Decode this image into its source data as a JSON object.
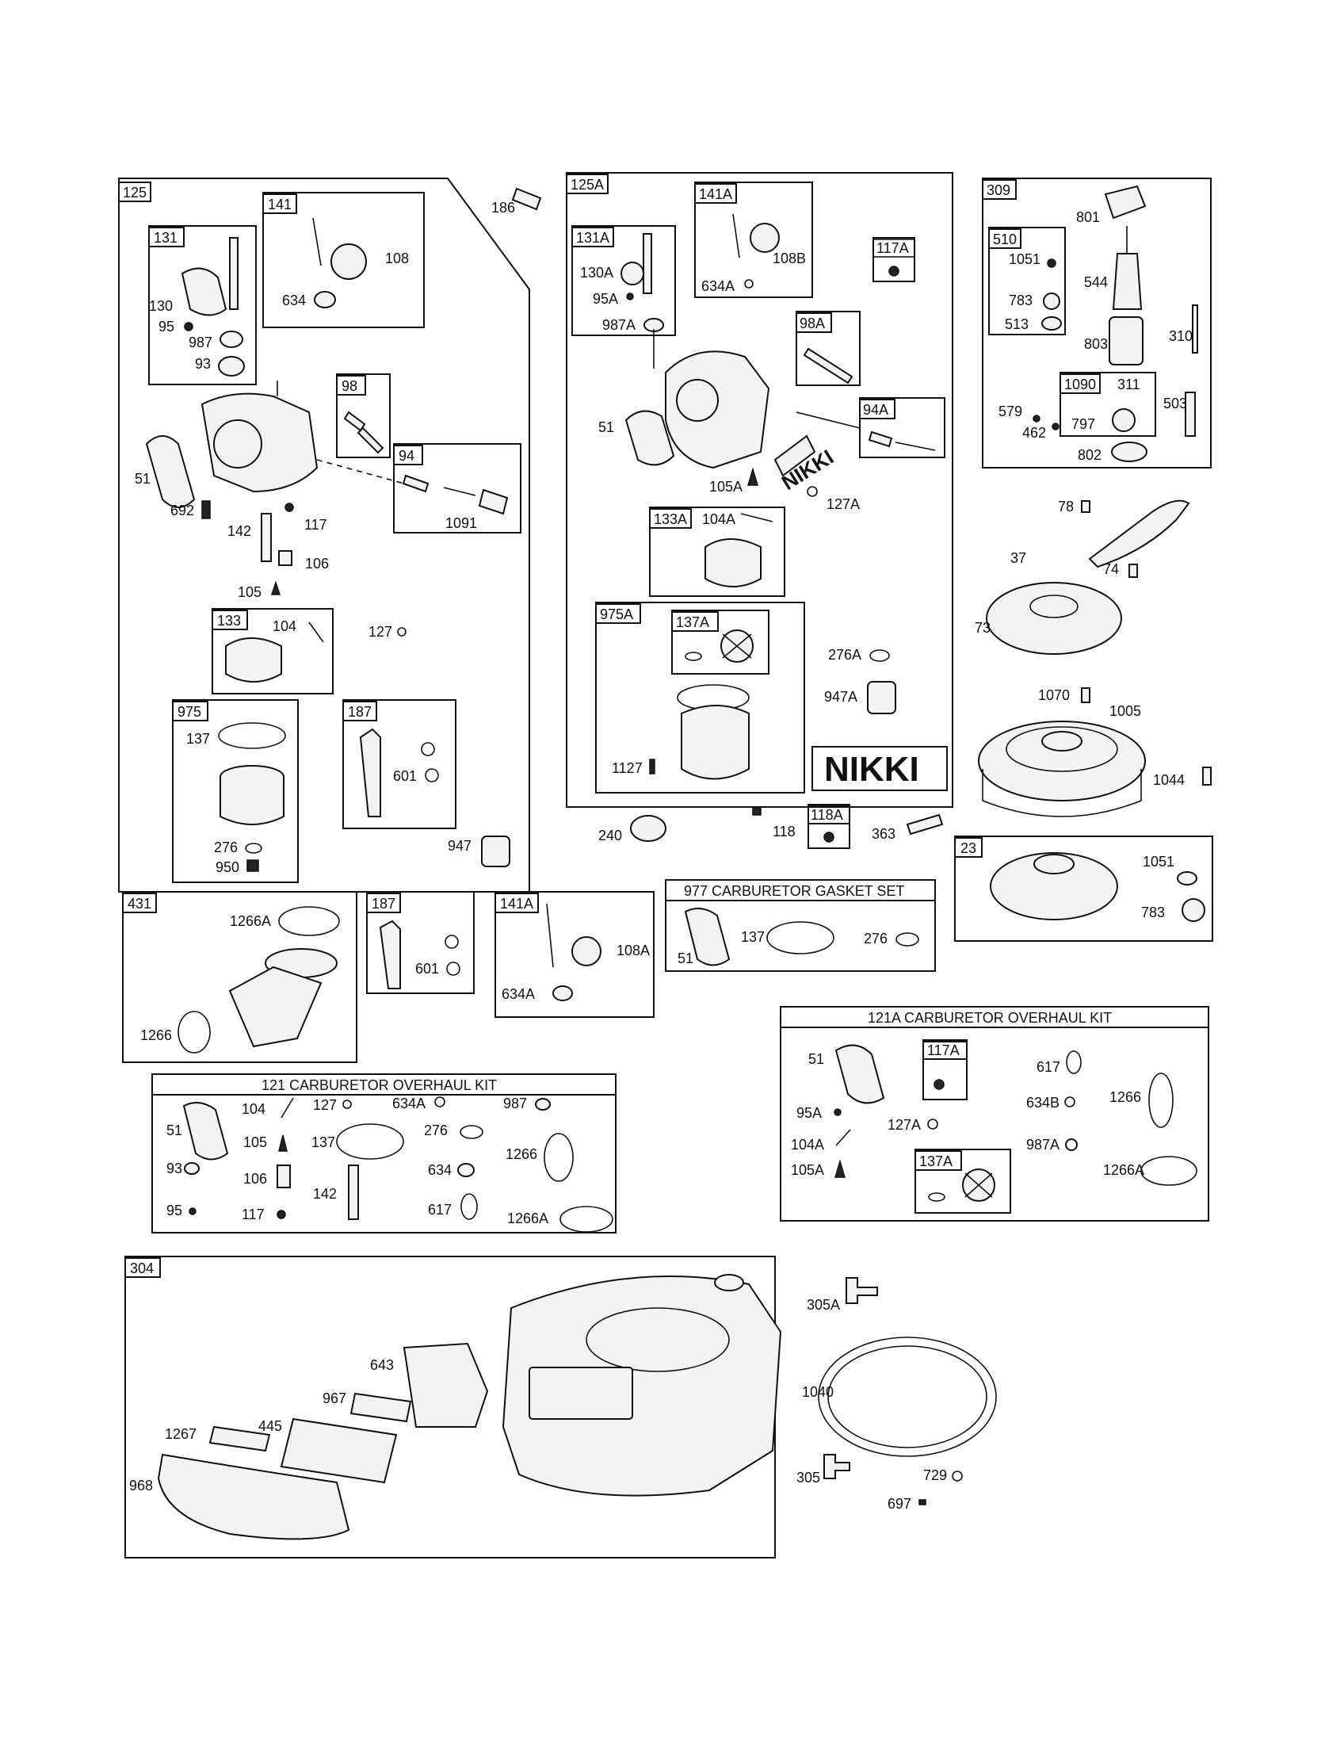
{
  "parts": {
    "p125": "125",
    "p131": "131",
    "p141": "141",
    "p130": "130",
    "p95": "95",
    "p987": "987",
    "p93": "93",
    "p108": "108",
    "p634": "634",
    "p98": "98",
    "p94": "94",
    "p1091": "1091",
    "p51": "51",
    "p692": "692",
    "p142": "142",
    "p117": "117",
    "p106": "106",
    "p105": "105",
    "p133": "133",
    "p104": "104",
    "p127": "127",
    "p975": "975",
    "p137": "137",
    "p276": "276",
    "p950": "950",
    "p187": "187",
    "p601": "601",
    "p947": "947",
    "p186": "186",
    "p125A": "125A",
    "p131A": "131A",
    "p130A": "130A",
    "p95A": "95A",
    "p987A": "987A",
    "p141A": "141A",
    "p108B": "108B",
    "p634A": "634A",
    "p117A": "117A",
    "p98A": "98A",
    "p94A": "94A",
    "p105A": "105A",
    "p127A": "127A",
    "p133A": "133A",
    "p104A": "104A",
    "p975A": "975A",
    "p137A": "137A",
    "p276A": "276A",
    "p947A": "947A",
    "p1127": "1127",
    "p309": "309",
    "p510": "510",
    "p1051": "1051",
    "p783": "783",
    "p513": "513",
    "p801": "801",
    "p544": "544",
    "p803": "803",
    "p310": "310",
    "p1090": "1090",
    "p311": "311",
    "p797": "797",
    "p579": "579",
    "p462": "462",
    "p503": "503",
    "p802": "802",
    "p78": "78",
    "p37": "37",
    "p74": "74",
    "p73": "73",
    "p1070": "1070",
    "p1005": "1005",
    "p1044": "1044",
    "p23": "23",
    "p240": "240",
    "p118": "118",
    "p118A": "118A",
    "p363": "363",
    "p431": "431",
    "p1266A": "1266A",
    "p1266": "1266",
    "p108A": "108A",
    "p634B": "634B",
    "p617": "617",
    "p142b": "142",
    "p304": "304",
    "p643": "643",
    "p967": "967",
    "p1267": "1267",
    "p445": "445",
    "p968": "968",
    "p305A": "305A",
    "p1040": "1040",
    "p305": "305",
    "p729": "729",
    "p697": "697"
  },
  "kits": {
    "k977": "977 CARBURETOR GASKET SET",
    "k121": "121 CARBURETOR OVERHAUL KIT",
    "k121A": "121A CARBURETOR OVERHAUL KIT"
  },
  "brand": {
    "logo_large": "NIKKI",
    "logo_small": "NIKKI"
  }
}
